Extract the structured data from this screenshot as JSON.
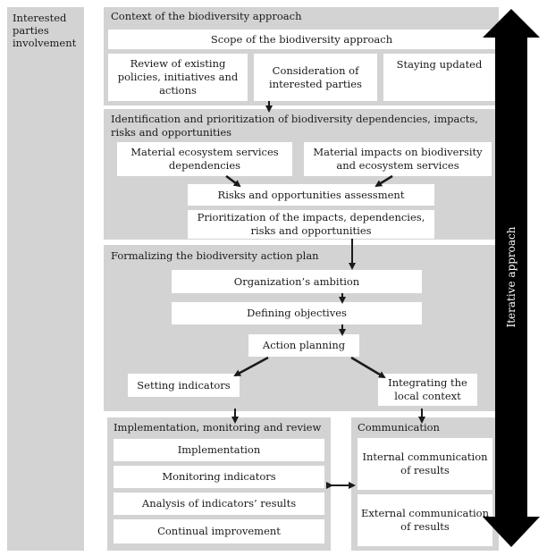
{
  "sidebar": {
    "label": "Interested parties involvement"
  },
  "iterative": {
    "label": "Iterative approach"
  },
  "context": {
    "title": "Context of the biodiversity approach",
    "scope": "Scope of the biodiversity approach",
    "review": "Review of existing policies, initiatives and actions",
    "consideration": "Consideration of interested parties",
    "staying": "Staying updated"
  },
  "identification": {
    "title": "Identification and prioritization of biodiversity dependencies, impacts, risks and opportunities",
    "ecosystem": "Material ecosystem services dependencies",
    "impacts": "Material impacts on biodiversity and ecosystem services",
    "risks": "Risks and opportunities assessment",
    "prioritization": "Prioritization of the impacts, dependencies, risks and opportunities"
  },
  "formalizing": {
    "title": "Formalizing the biodiversity action plan",
    "ambition": "Organization’s ambition",
    "objectives": "Defining objectives",
    "planning": "Action planning",
    "indicators": "Setting indicators",
    "integrating": "Integrating the local context"
  },
  "implementation": {
    "title": "Implementation, monitoring and review",
    "items": [
      "Implementation",
      "Monitoring indicators",
      "Analysis of indicators’ results",
      "Continual improvement"
    ]
  },
  "communication": {
    "title": "Communication",
    "internal": "Internal communication of results",
    "external": "External communication of results"
  }
}
